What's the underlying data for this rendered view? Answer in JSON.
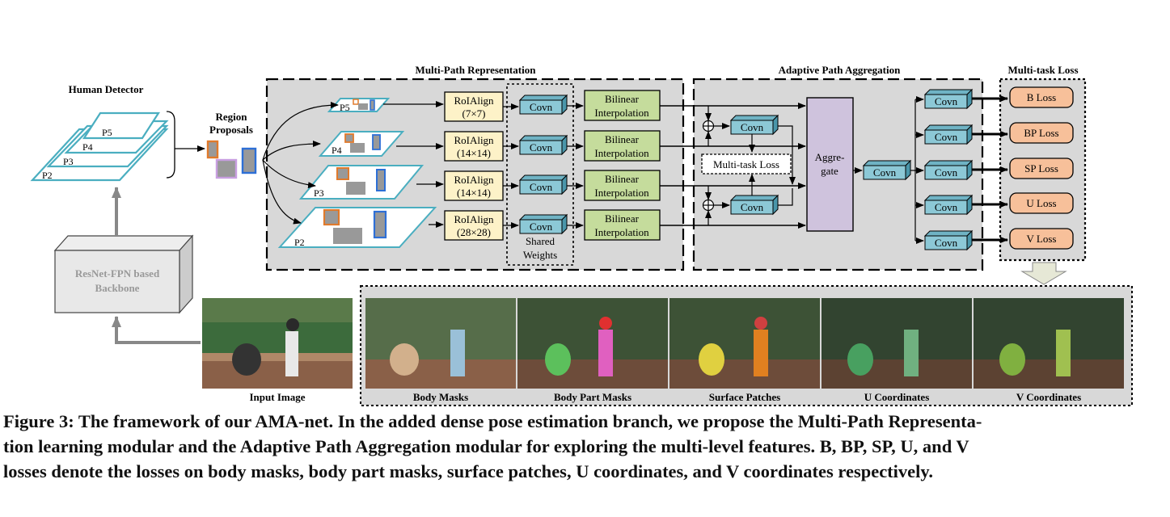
{
  "sections": {
    "human_detector": "Human Detector",
    "multi_path": "Multi-Path Representation",
    "adaptive": "Adaptive Path Aggregation",
    "multitask": "Multi-task Loss"
  },
  "region_proposals": [
    "Region",
    "Proposals"
  ],
  "pyramid_levels": [
    "P5",
    "P4",
    "P3",
    "P2"
  ],
  "backbone": [
    "ResNet-FPN based",
    "Backbone"
  ],
  "input_image": "Input Image",
  "roialign": [
    "RoIAlign",
    "(7×7)",
    "(14×14)",
    "(14×14)",
    "(28×28)"
  ],
  "covn": "Covn",
  "shared_weights": [
    "Shared",
    "Weights"
  ],
  "bilinear": [
    "Bilinear",
    "Interpolation"
  ],
  "inner_multitask_loss": "Multi-task Loss",
  "aggregate": [
    "Aggre-",
    "gate"
  ],
  "losses": [
    "B Loss",
    "BP Loss",
    "SP Loss",
    "U Loss",
    "V Loss"
  ],
  "outputs": [
    "Body Masks",
    "Body Part Masks",
    "Surface Patches",
    "U Coordinates",
    "V Coordinates"
  ],
  "caption": [
    "Figure 3: The framework of our AMA-net. In the added dense pose estimation branch, we propose the Multi-Path Representa-",
    "tion learning modular and the Adaptive Path Aggregation modular for exploring the multi-level features. B, BP, SP, U, and V",
    "losses denote the losses on body masks, body part masks, surface patches, U coordinates, and V coordinates respectively."
  ],
  "colors": {
    "plane": "#4aaec0",
    "roi_fill": "#fdf2c8",
    "covn_fill": "#8cc8d6",
    "bilinear_fill": "#c5dc9c",
    "aggregate_fill": "#cfc3dd",
    "loss_fill": "#f7c09a",
    "panel_fill": "#d8d8d8"
  }
}
